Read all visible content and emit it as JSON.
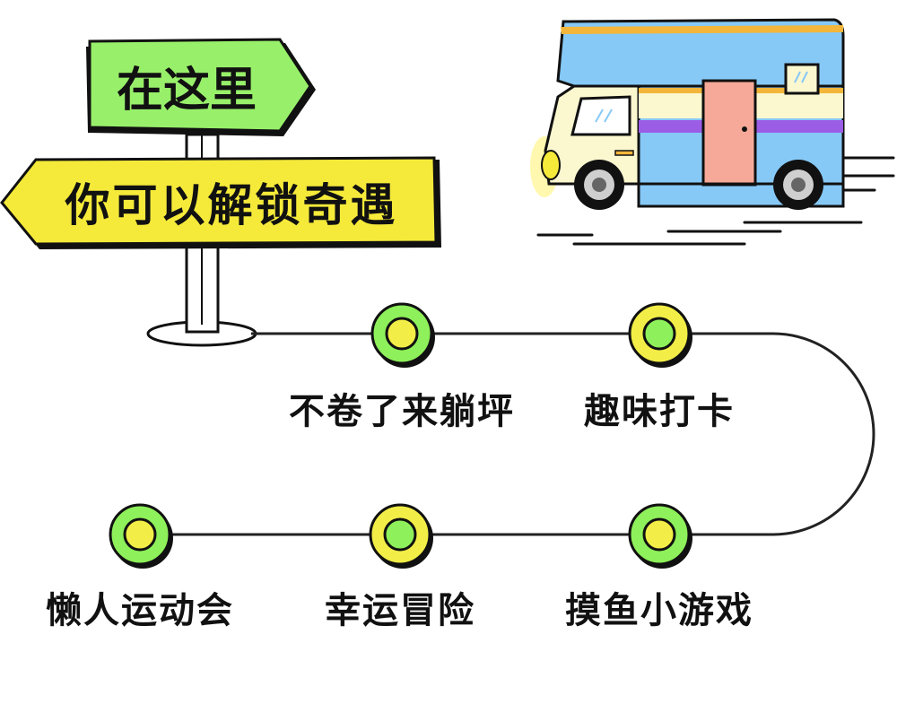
{
  "sign": {
    "top": "在这里",
    "bottom": "你可以解锁奇遇"
  },
  "route": {
    "stops": [
      {
        "label": "不卷了来躺坪",
        "style": "green-outer"
      },
      {
        "label": "趣味打卡",
        "style": "yellow-outer"
      },
      {
        "label": "摸鱼小游戏",
        "style": "green-outer"
      },
      {
        "label": "幸运冒险",
        "style": "yellow-outer"
      },
      {
        "label": "懒人运动会",
        "style": "green-outer"
      }
    ]
  },
  "colors": {
    "green": "#8ef05a",
    "yellow": "#f2ee47",
    "sign_green": "#98f06a",
    "sign_yellow": "#f5ea3a",
    "bus_blue": "#86c9f7",
    "bus_cream": "#fbf7cf",
    "bus_purple": "#9b5ce6",
    "bus_door": "#f6a998",
    "bus_stripe": "#f3b63a"
  }
}
